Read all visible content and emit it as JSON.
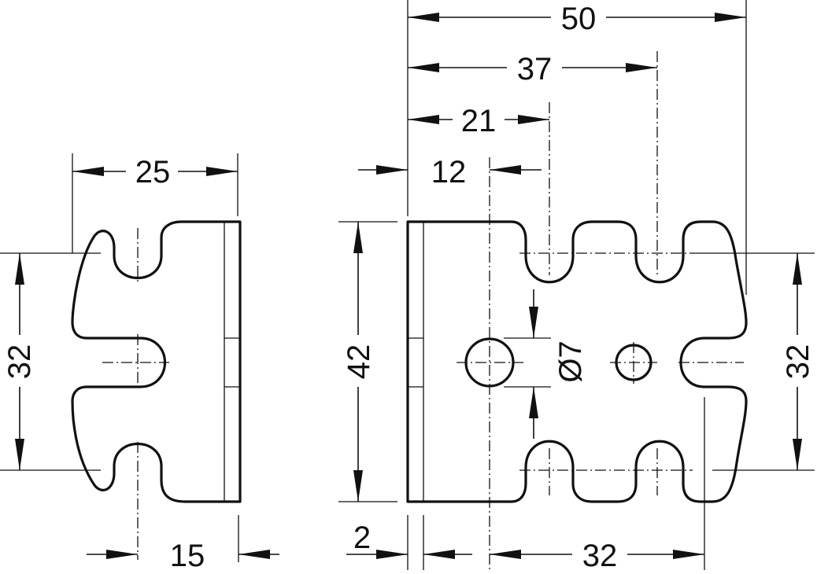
{
  "dimensions": {
    "overall_width": "50",
    "second_slot": "37",
    "first_slot": "21",
    "hole_offset": "12",
    "side_width": "25",
    "side_slot": "15",
    "plate_thickness": "2",
    "slot_pitch": "32",
    "height": "42",
    "hole_diameter": "Ø7",
    "vertical_pitch_left": "32",
    "vertical_pitch_right": "32"
  }
}
